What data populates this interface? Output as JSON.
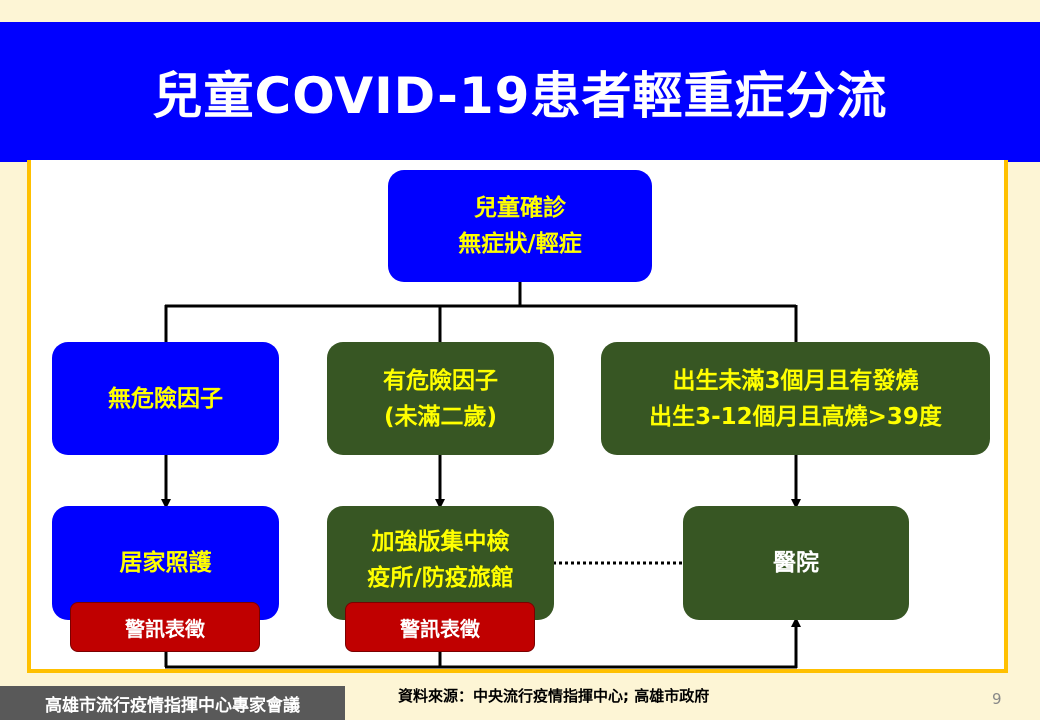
{
  "slide": {
    "title": "兒童COVID-19患者輕重症分流",
    "page_number": "9",
    "source": "資料來源：中央流行疫情指揮中心; 高雄市政府",
    "organization": "高雄市流行疫情指揮中心專家會議"
  },
  "diagram": {
    "root": {
      "line1": "兒童確診",
      "line2": "無症狀/輕症"
    },
    "branches": [
      {
        "line1": "無危險因子"
      },
      {
        "line1": "有危險因子",
        "line2": "(未滿二歲)"
      },
      {
        "line1": "出生未滿3個月且有發燒",
        "line2": "出生3-12個月且高燒>39度"
      }
    ],
    "outcomes": [
      {
        "line1": "居家照護",
        "warning": "警訊表徵"
      },
      {
        "line1": "加強版集中檢",
        "line2": "疫所/防疫旅館",
        "warning": "警訊表徵"
      },
      {
        "line1": "醫院"
      }
    ]
  },
  "colors": {
    "title_bar": "#0000ff",
    "blue_box": "#0000ff",
    "green_box": "#375623",
    "warning": "#c00000",
    "box_text": "#ffff00",
    "frame": "#ffc000",
    "background": "#fdf5d5",
    "footer": "#595959"
  }
}
